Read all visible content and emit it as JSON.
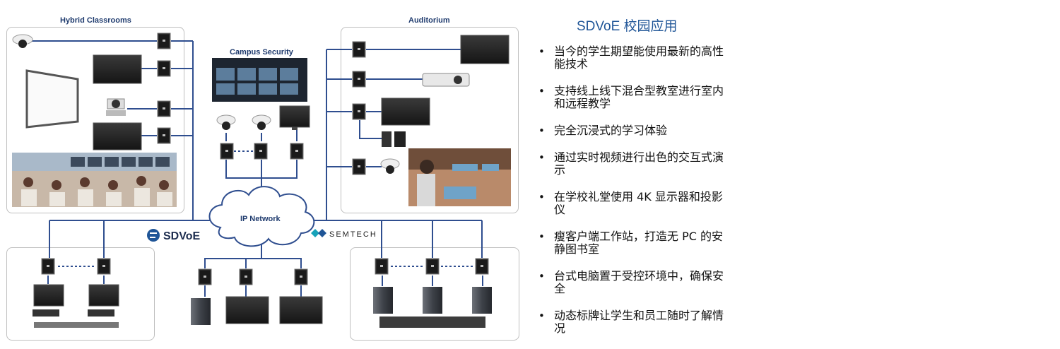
{
  "diagram": {
    "panels": {
      "hybrid_classrooms": "Hybrid Classrooms",
      "auditorium": "Auditorium",
      "campus_security": "Campus Security"
    },
    "network_label": "IP Network",
    "logos": {
      "sdvoe": "SDVoE",
      "semtech": "SEMTECH"
    }
  },
  "content": {
    "title": "SDVoE 校园应用",
    "bullets": [
      "当今的学生期望能使用最新的高性能技术",
      "支持线上线下混合型教室进行室内和远程教学",
      "完全沉浸式的学习体验",
      "通过实时视频进行出色的交互式演示",
      "在学校礼堂使用 4K 显示器和投影仪",
      "瘦客户端工作站，打造无 PC 的安静图书室",
      "台式电脑置于受控环境中，确保安全",
      "动态标牌让学生和员工随时了解情况"
    ]
  },
  "colors": {
    "line": "#2f4e8f",
    "title_blue": "#1f5597",
    "sdvoe_blue": "#1f5597",
    "semtech_teal": "#17a2b8"
  }
}
